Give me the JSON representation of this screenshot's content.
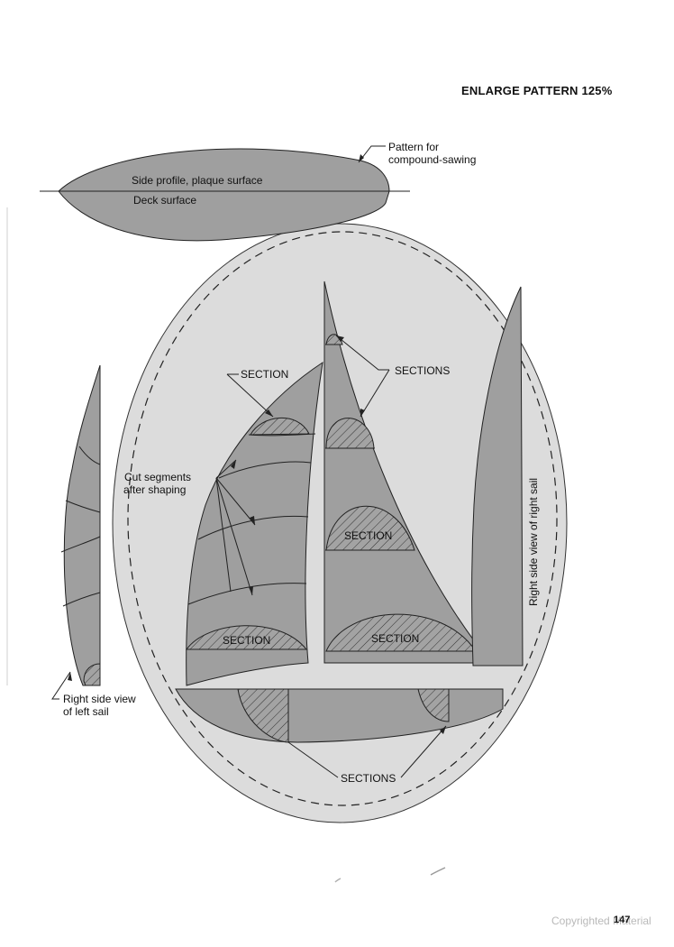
{
  "header": {
    "title": "ENLARGE PATTERN 125%"
  },
  "labels": {
    "pattern_line1": "Pattern for",
    "pattern_line2": "compound-sawing",
    "side_profile": "Side profile, plaque surface",
    "deck_surface": "Deck surface",
    "section_top_left": "SECTION",
    "sections_top_right": "SECTIONS",
    "cut_line1": "Cut segments",
    "cut_line2": "after shaping",
    "section_mid": "SECTION",
    "section_left_bottom": "SECTION",
    "section_right_bottom": "SECTION",
    "right_sail_view": "Right side view of right sail",
    "left_sail_line1": "Right side view",
    "left_sail_line2": "of left sail",
    "sections_bottom": "SECTIONS"
  },
  "footer": {
    "copyright": "Copyrighted Material",
    "page_number": "147"
  },
  "colors": {
    "pattern_fill": "#9f9f9f",
    "plaque_fill": "#dcdcdc",
    "outline": "#222222"
  }
}
